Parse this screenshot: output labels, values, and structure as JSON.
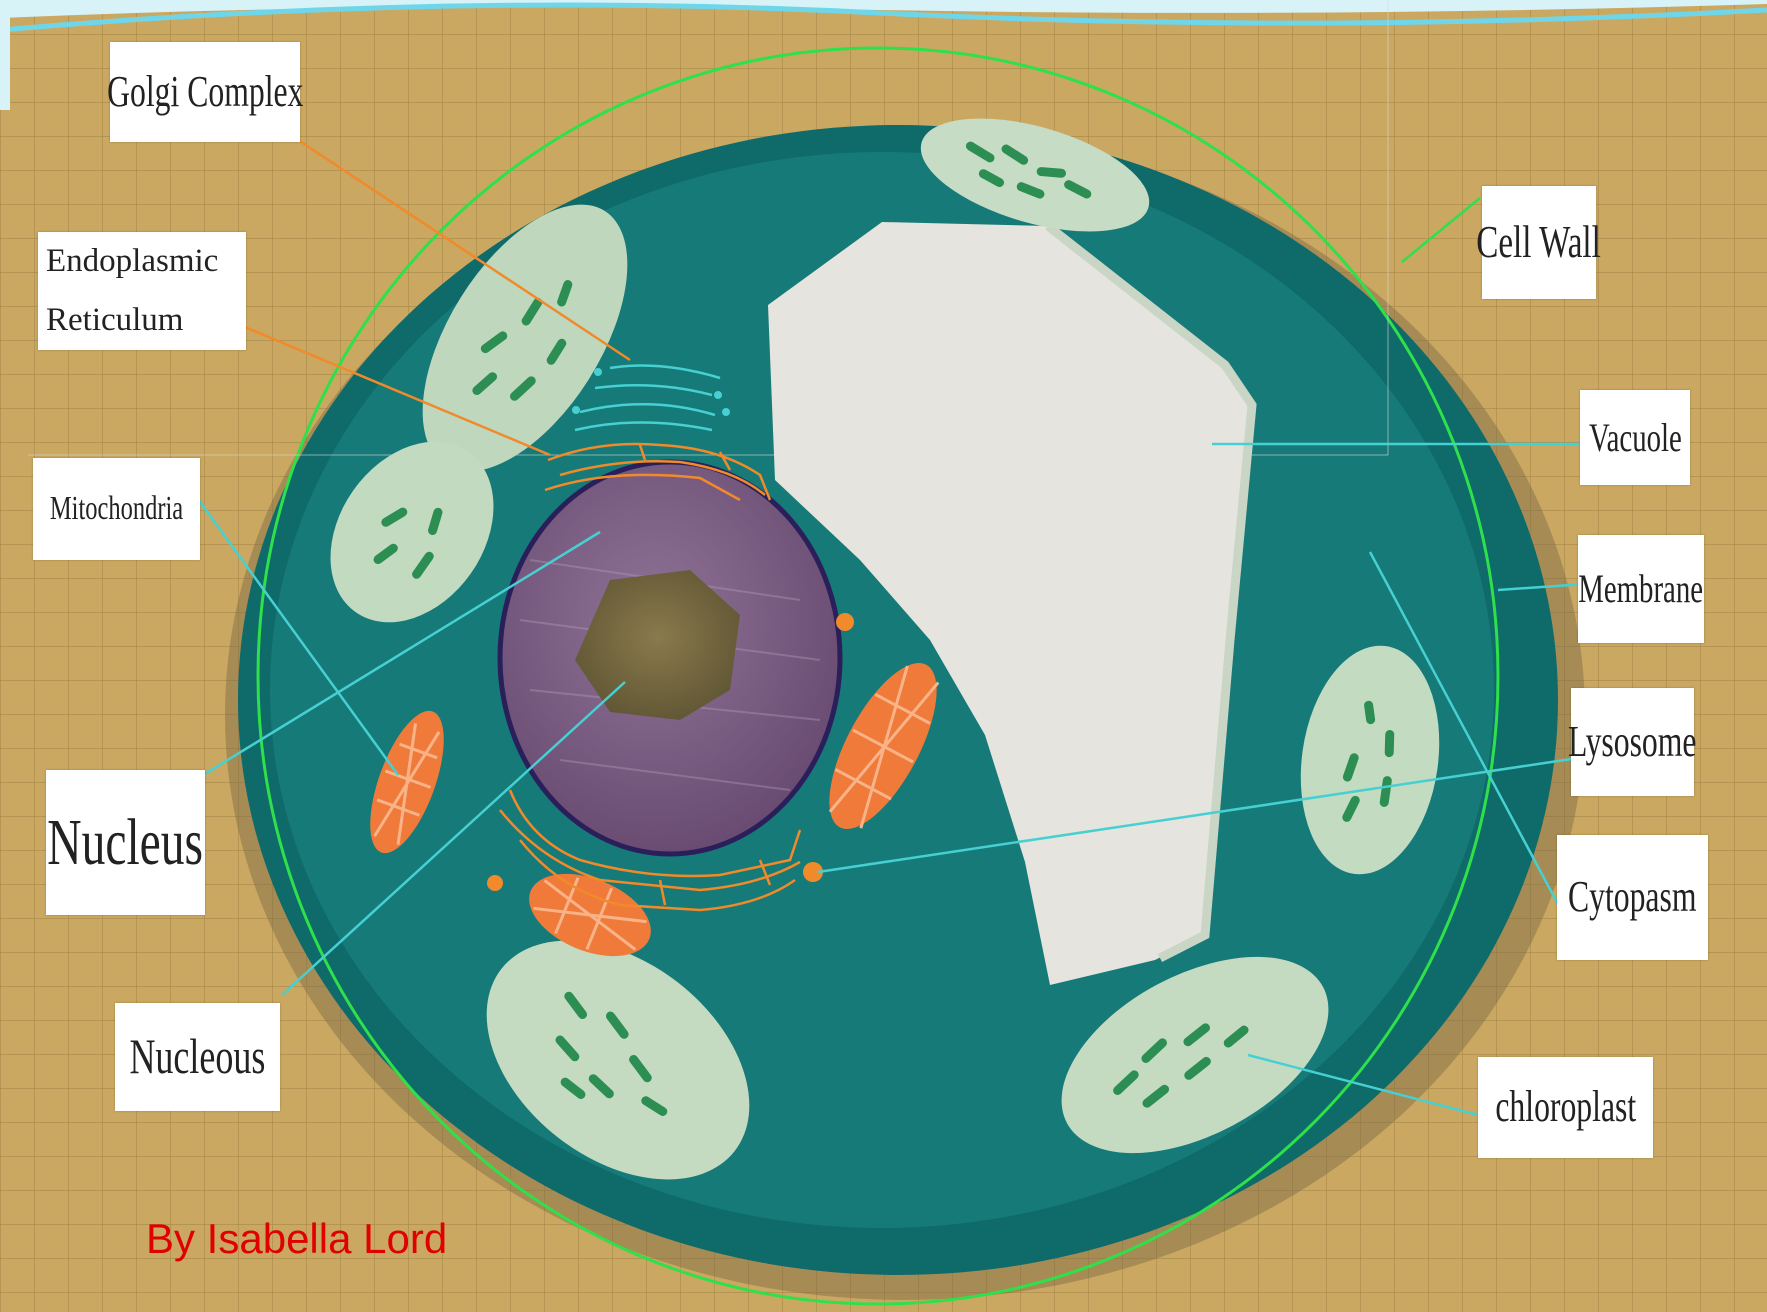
{
  "labels": {
    "golgi": "Golgi Complex",
    "er_line1": "Endoplasmic",
    "er_line2": "Reticulum",
    "mitochondria": "Mitochondria",
    "nucleus": "Nucleus",
    "nucleous": "Nucleous",
    "cell_wall": "Cell Wall",
    "vacuole": "Vacuole",
    "membrane": "Membrane",
    "lysosome": "Lysosome",
    "cytoplasm": "Cytopasm",
    "chloroplast": "chloroplast"
  },
  "credit": "By Isabella Lord",
  "colors": {
    "cell_body": "#167a78",
    "cell_wall_ring": "#2ee04a",
    "leader_cyan": "#46d0d2",
    "leader_orange": "#f08a2a",
    "credit": "#e00000",
    "frame": "#6fd6ea"
  }
}
